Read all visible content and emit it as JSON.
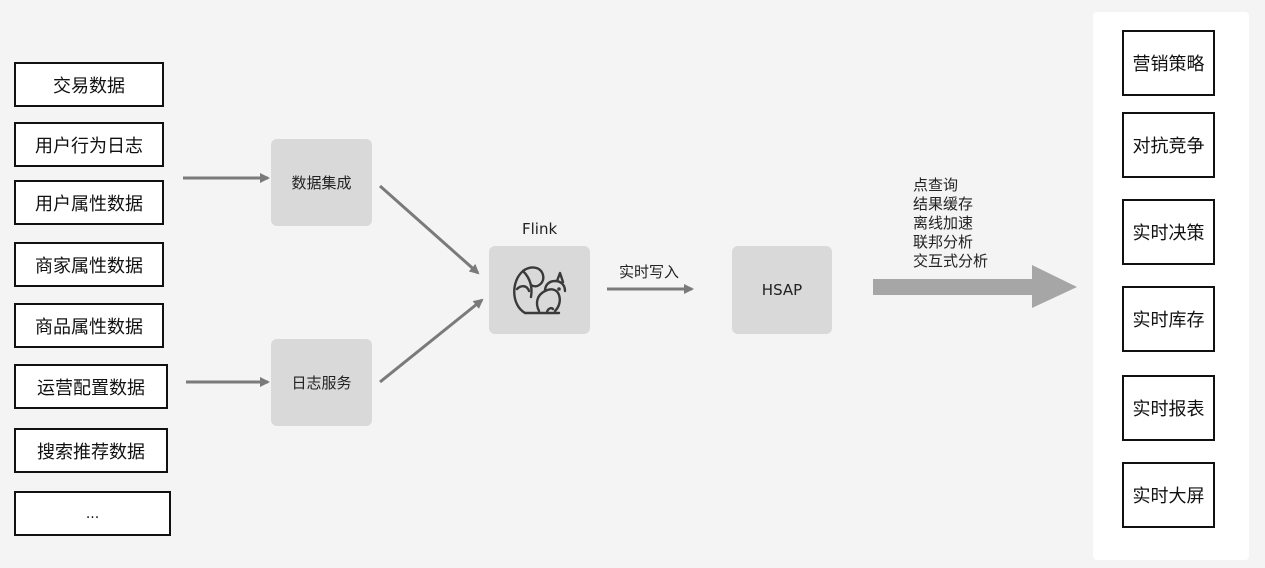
{
  "sources": [
    "交易数据",
    "用户行为日志",
    "用户属性数据",
    "商家属性数据",
    "商品属性数据",
    "运营配置数据",
    "搜索推荐数据",
    "..."
  ],
  "integration": {
    "data_integration": "数据集成",
    "log_service": "日志服务"
  },
  "flink": {
    "title": "Flink",
    "logo_icon": "squirrel-icon"
  },
  "realtime_write_label": "实时写入",
  "hsap_label": "HSAP",
  "features": [
    "点查询",
    "结果缓存",
    "离线加速",
    "联邦分析",
    "交互式分析"
  ],
  "applications": [
    "营销策略",
    "对抗竞争",
    "实时决策",
    "实时库存",
    "实时报表",
    "实时大屏"
  ],
  "colors": {
    "background": "#f4f4f4",
    "box_fill": "#d9d9d9",
    "arrow": "#7a7a7a",
    "big_arrow": "#a6a6a6"
  }
}
